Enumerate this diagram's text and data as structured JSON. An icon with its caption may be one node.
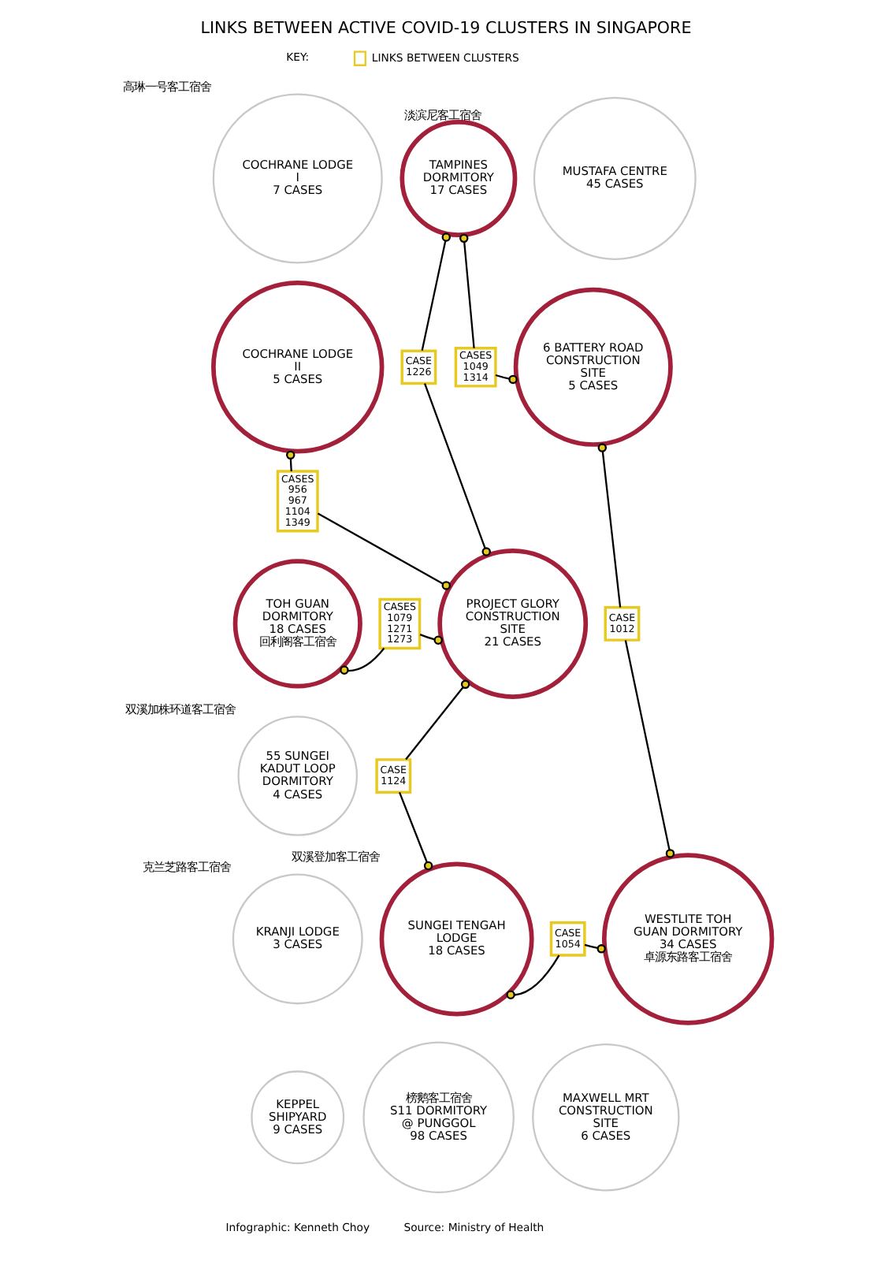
{
  "diagram": {
    "title": "LINKS BETWEEN ACTIVE COVID-19 CLUSTERS IN SINGAPORE",
    "nodes": [
      {
        "text": [
          "MUSTAFA CENTRE",
          "45 CASES"
        ]
      },
      {
        "text": [
          "COCHRANE LODGE I",
          "7 CASES"
        ],
        "beside": [
          "高琳一号客工宿舍"
        ]
      },
      {
        "text": [
          "TAMPINES DORMITORY",
          "17 CASES"
        ],
        "beside": [
          "淡滨尼客工宿舍"
        ]
      },
      {
        "text": [
          "COCHRANE LODGE II",
          "5 CASES"
        ]
      },
      {
        "text": [
          "CASES 1049 1314"
        ]
      },
      {
        "text": [
          "CASE 1226"
        ]
      },
      {
        "text": [
          "6 BATTERY ROAD CONSTRUCTION SITE",
          "5 CASES"
        ]
      },
      {
        "text": [
          "CASES 956 967 1104 1349"
        ]
      },
      {
        "text": [
          "TOH GUAN DORMITORY",
          "18 CASES",
          "回利阁客工宿舍"
        ]
      },
      {
        "text": [
          "CASES 1079 1271 1273"
        ]
      },
      {
        "text": [
          "PROJECT GLORY CONSTRUCTION SITE",
          "21 CASES"
        ]
      },
      {
        "text": [
          "CASE 1012"
        ]
      },
      {
        "text": [
          "55 SUNGEI KADUT LOOP DORMITORY",
          "4 CASES"
        ],
        "beside": [
          "双溪加株环道客工宿舍"
        ]
      },
      {
        "text": [
          "CASE 1124"
        ]
      },
      {
        "text": [
          "KRANJI LODGE",
          "3 CASES"
        ],
        "beside": [
          "克兰芝路客工宿舍"
        ]
      },
      {
        "text": [
          "SUNGEI TENGAH LODGE",
          "18 CASES"
        ],
        "beside": [
          "双溪登加客工宿舍"
        ]
      },
      {
        "text": [
          "CASE 1054"
        ]
      },
      {
        "text": [
          "WESTLITE TOH GUAN DORMITORY",
          "34 CASES",
          "卓源东路客工宿舍"
        ]
      },
      {
        "text": [
          "KEPPEL SHIPYARD",
          "9 CASES"
        ]
      },
      {
        "text": [
          "榜鹅客工宿舍",
          "S11 DORMITORY @ PUNGGOL",
          "98 CASES"
        ]
      },
      {
        "text": [
          "MAXWELL MRT CONSTRUCTION SITE",
          "6 CASES"
        ]
      }
    ],
    "edges": [
      {
        "from": 2,
        "to": 5,
        "arrow": "other"
      },
      {
        "from": 10,
        "to": 5,
        "arrow": "other"
      },
      {
        "from": 2,
        "to": 4,
        "arrow": "other"
      },
      {
        "from": 6,
        "to": 4,
        "arrow": "other"
      },
      {
        "from": 3,
        "to": 7,
        "arrow": "other"
      },
      {
        "from": 10,
        "to": 7,
        "arrow": "other"
      },
      {
        "from": 8,
        "to": 9,
        "arrow": "other"
      },
      {
        "from": 10,
        "to": 9,
        "arrow": "other"
      },
      {
        "from": 6,
        "to": 11,
        "arrow": "other"
      },
      {
        "from": 17,
        "to": 11,
        "arrow": "other"
      },
      {
        "from": 10,
        "to": 13,
        "arrow": "other"
      },
      {
        "from": 15,
        "to": 13,
        "arrow": "other"
      },
      {
        "from": 15,
        "to": 16,
        "arrow": "other"
      },
      {
        "from": 17,
        "to": 16,
        "arrow": "other"
      }
    ],
    "labels": [
      "KEY:",
      "Infographic: Kenneth Choy",
      "Source: Ministry of Health"
    ],
    "legend": [
      {
        "text": "LINKS BETWEEN CLUSTERS"
      }
    ]
  }
}
